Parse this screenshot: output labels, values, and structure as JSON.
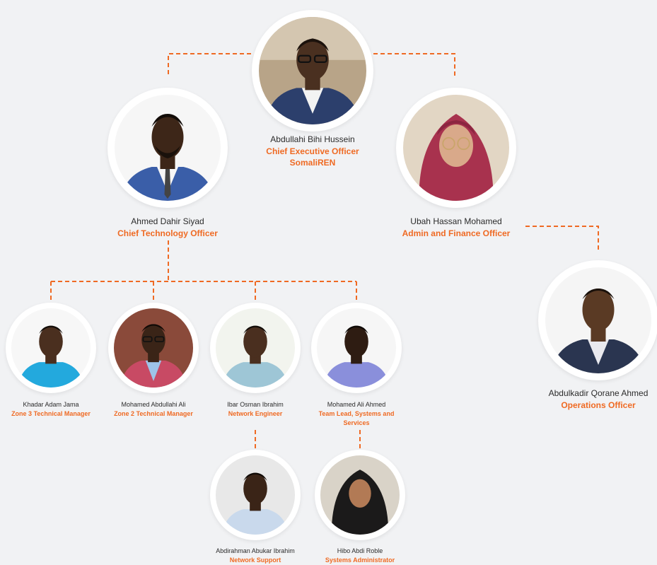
{
  "colors": {
    "accent": "#ef6a23",
    "background": "#f1f2f4",
    "ring": "#ffffff",
    "text": "#2b2b2b"
  },
  "people": {
    "ceo": {
      "name": "Abdullahi Bihi Hussein",
      "role": "Chief Executive Officer",
      "org": "SomaliREN"
    },
    "cto": {
      "name": "Ahmed Dahir Siyad",
      "role": "Chief Technology Officer"
    },
    "afo": {
      "name": "Ubah Hassan Mohamed",
      "role": "Admin and Finance Officer"
    },
    "ops": {
      "name": "Abdulkadir Qorane Ahmed",
      "role": "Operations Officer"
    },
    "zone3": {
      "name": "Khadar Adam Jama",
      "role": "Zone 3 Technical Manager"
    },
    "zone2": {
      "name": "Mohamed Abdullahi Ali",
      "role": "Zone 2 Technical Manager"
    },
    "neteng": {
      "name": "Ibar Osman Ibrahim",
      "role": "Network Engineer"
    },
    "teamlead": {
      "name": "Mohamed Ali Ahmed",
      "role": "Team Lead, Systems and Services"
    },
    "netsupport": {
      "name": "Abdirahman Abukar Ibrahim",
      "role": "Network Support"
    },
    "sysadmin": {
      "name": "Hibo Abdi Roble",
      "role": "Systems Administrator"
    }
  }
}
